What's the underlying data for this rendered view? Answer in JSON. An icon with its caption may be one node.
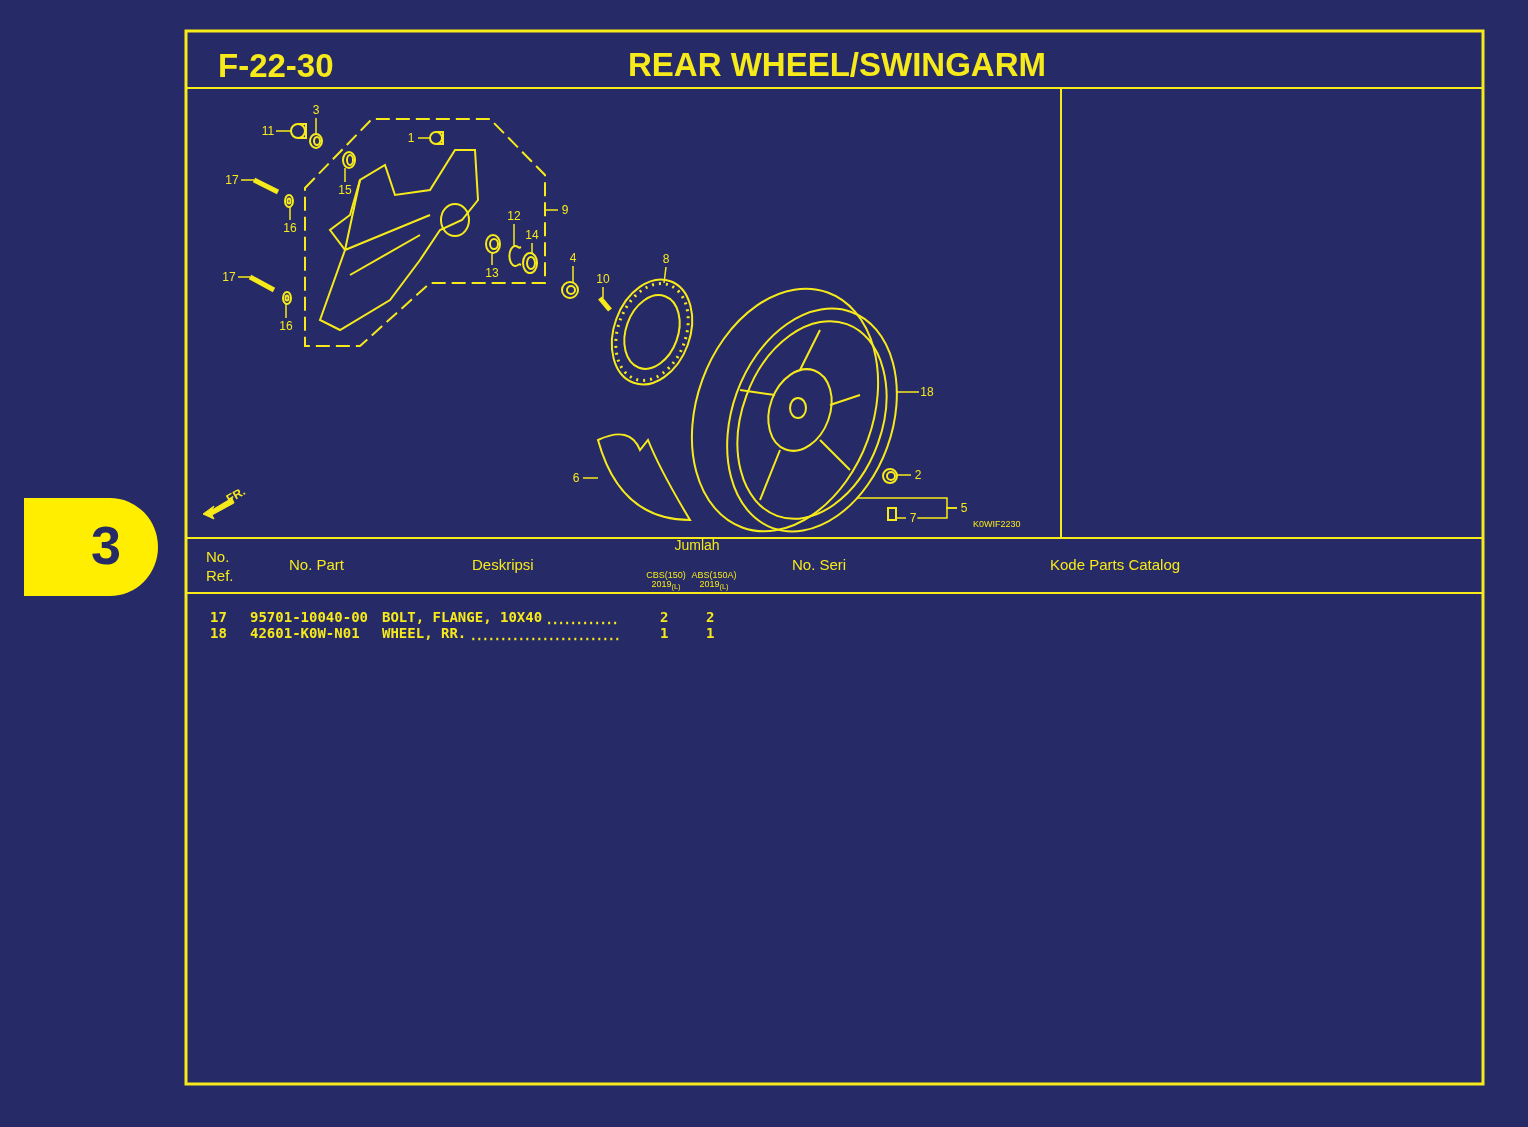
{
  "diagram": {
    "title": "REAR WHEEL/SWINGARM",
    "nodes": [
      {
        "text": [
          "3"
        ]
      },
      {
        "text": [
          "11"
        ]
      },
      {
        "text": [
          "1"
        ]
      },
      {
        "text": [
          "17"
        ]
      },
      {
        "text": [
          "15"
        ]
      },
      {
        "text": [
          "9"
        ]
      },
      {
        "text": [
          "16"
        ]
      },
      {
        "text": [
          "12"
        ]
      },
      {
        "text": [
          "14"
        ]
      },
      {
        "text": [
          "17"
        ]
      },
      {
        "text": [
          "4"
        ]
      },
      {
        "text": [
          "10"
        ]
      },
      {
        "text": [
          "8"
        ]
      },
      {
        "text": [
          "13"
        ]
      },
      {
        "text": [
          "16"
        ]
      },
      {
        "text": [
          "18"
        ]
      },
      {
        "text": [
          "2"
        ]
      },
      {
        "text": [
          "6"
        ]
      },
      {
        "text": [
          "7"
        ]
      },
      {
        "text": [
          "5"
        ]
      },
      {
        "text": [],
        "shape": "picture"
      },
      {
        "text": [],
        "shape": "picture"
      },
      {
        "text": [],
        "shape": "picture"
      },
      {
        "text": [],
        "shape": "picture"
      },
      {
        "text": [],
        "shape": "picture"
      },
      {
        "text": [],
        "shape": "picture"
      },
      {
        "text": [],
        "shape": "picture"
      },
      {
        "text": [],
        "shape": "picture"
      },
      {
        "text": [],
        "shape": "picture"
      },
      {
        "text": [],
        "shape": "picture"
      },
      {
        "text": [],
        "shape": "picture"
      },
      {
        "text": [],
        "shape": "picture"
      },
      {
        "text": [],
        "shape": "picture"
      },
      {
        "text": [],
        "shape": "picture"
      },
      {
        "text": [],
        "shape": "picture"
      },
      {
        "text": [],
        "shape": "picture"
      },
      {
        "text": [],
        "shape": "picture"
      },
      {
        "text": [],
        "shape": "picture"
      }
    ],
    "edges": [
      {
        "from": 0,
        "to": 20,
        "arrow": "none"
      },
      {
        "from": 1,
        "to": 21,
        "arrow": "none"
      },
      {
        "from": 2,
        "to": 22,
        "arrow": "none"
      },
      {
        "from": 3,
        "to": 23,
        "arrow": "none"
      },
      {
        "from": 4,
        "to": 24,
        "arrow": "none"
      },
      {
        "from": 5,
        "to": null,
        "arrow": "none"
      },
      {
        "from": 6,
        "to": 25,
        "arrow": "none"
      },
      {
        "from": 7,
        "to": 26,
        "arrow": "none"
      },
      {
        "from": 8,
        "to": 27,
        "arrow": "none"
      },
      {
        "from": 9,
        "to": 28,
        "arrow": "none"
      },
      {
        "from": 10,
        "to": 29,
        "arrow": "none"
      },
      {
        "from": 11,
        "to": 30,
        "arrow": "none"
      },
      {
        "from": 12,
        "to": 31,
        "arrow": "none"
      },
      {
        "from": 13,
        "to": 32,
        "arrow": "none"
      },
      {
        "from": 14,
        "to": 33,
        "arrow": "none"
      },
      {
        "from": 15,
        "to": 34,
        "arrow": "none"
      },
      {
        "from": 16,
        "to": 35,
        "arrow": "none"
      },
      {
        "from": 17,
        "to": 36,
        "arrow": "none"
      },
      {
        "from": 18,
        "to": 37,
        "arrow": "none"
      },
      {
        "from": 19,
        "to": 34,
        "arrow": "none"
      },
      {
        "from": 19,
        "to": 18,
        "arrow": "none"
      }
    ],
    "labels": [
      "3",
      "F-22-30",
      "FR.",
      "K0WIF2230",
      "No. Ref.",
      "No. Part",
      "Deskripsi",
      "Jumlah",
      "CBS(150)",
      "ABS(150A)",
      "2019$_{(L)}$",
      "2019$_{(L)}$",
      "No. Seri",
      "Kode Parts Catalog",
      "17",
      "95701-10040-00",
      "BOLT, FLANGE, 10X40",
      "2",
      "2",
      "18",
      "42601-K0W-N01",
      "WHEEL, RR.",
      "1",
      "1"
    ]
  }
}
